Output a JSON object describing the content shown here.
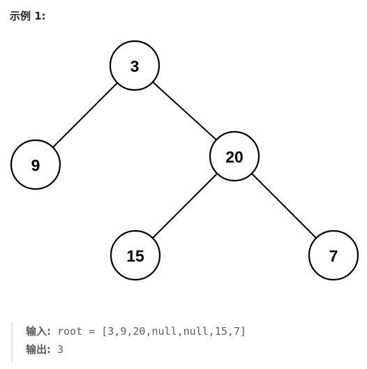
{
  "example": {
    "title": "示例 1:"
  },
  "tree": {
    "nodes": [
      {
        "id": "n3",
        "label": "3"
      },
      {
        "id": "n9",
        "label": "9"
      },
      {
        "id": "n20",
        "label": "20"
      },
      {
        "id": "n15",
        "label": "15"
      },
      {
        "id": "n7",
        "label": "7"
      }
    ],
    "edges": [
      {
        "from": "n3",
        "to": "n9"
      },
      {
        "from": "n3",
        "to": "n20"
      },
      {
        "from": "n20",
        "to": "n15"
      },
      {
        "from": "n20",
        "to": "n7"
      }
    ]
  },
  "io": {
    "input_label": "输入:",
    "input_value": " root = [3,9,20,null,null,15,7]",
    "output_label": "输出:",
    "output_value": " 3"
  }
}
